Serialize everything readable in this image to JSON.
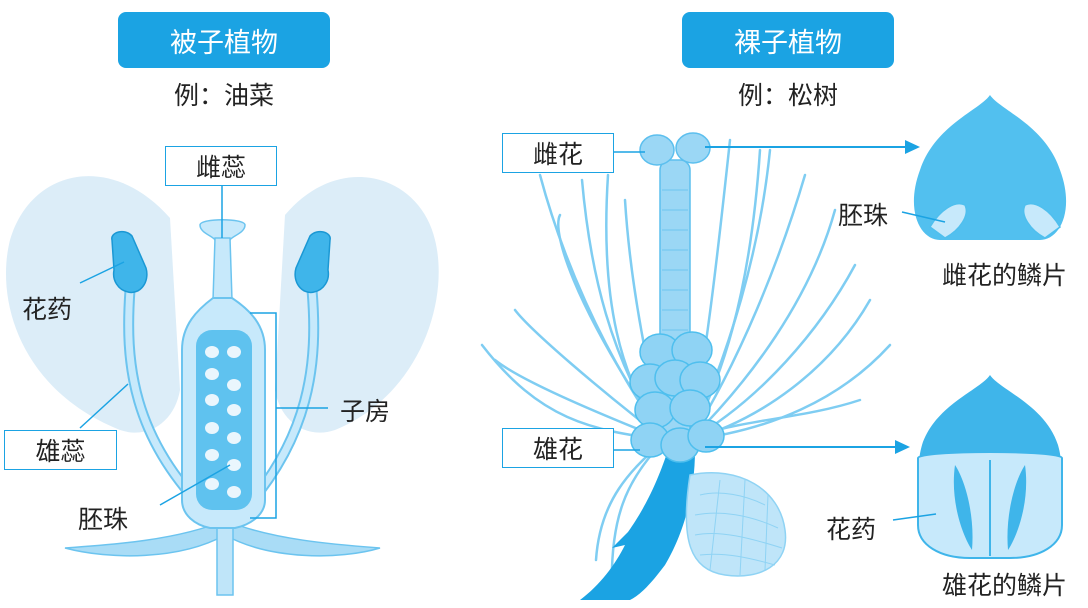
{
  "left": {
    "title": "被子植物",
    "example": "例：油菜",
    "labels": {
      "pistil": "雌蕊",
      "anther": "花药",
      "stamen": "雄蕊",
      "ovary": "子房",
      "ovule": "胚珠"
    }
  },
  "right": {
    "title": "裸子植物",
    "example": "例：松树",
    "labels": {
      "female_cone": "雌花",
      "male_cone": "雄花",
      "ovule": "胚珠",
      "female_scale": "雌花的鳞片",
      "anther": "花药",
      "male_scale": "雄花的鳞片"
    }
  },
  "colors": {
    "accent": "#1ba3e3",
    "light_blue": "#d6ecf8",
    "mid_blue": "#8fd3f4",
    "dark_blue": "#1ba3e3",
    "scale_blue": "#4fbfee"
  }
}
